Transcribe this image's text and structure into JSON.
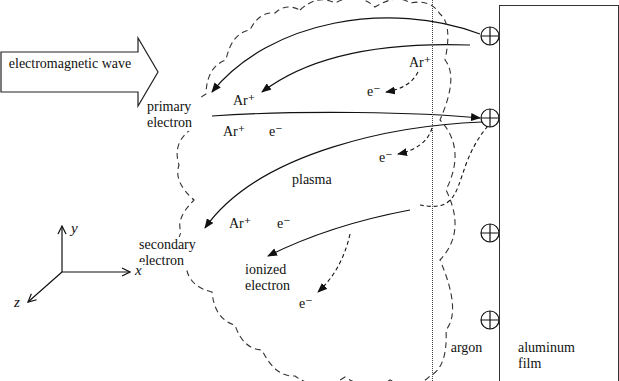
{
  "diagram": {
    "nodes": [
      {
        "text": [
          "electromagnetic wave"
        ]
      },
      {
        "text": [
          "plasma"
        ]
      },
      {
        "text": [
          "argon"
        ]
      },
      {
        "text": [
          "aluminum film"
        ]
      }
    ],
    "labels": [
      "Ar⁺",
      "Ar⁺",
      "primary electron",
      "e⁻",
      "Ar⁺",
      "e⁻",
      "e⁻",
      "secondary electron",
      "Ar⁺",
      "e⁻",
      "ionized electron",
      "e⁻",
      "y",
      "x",
      "z"
    ]
  }
}
